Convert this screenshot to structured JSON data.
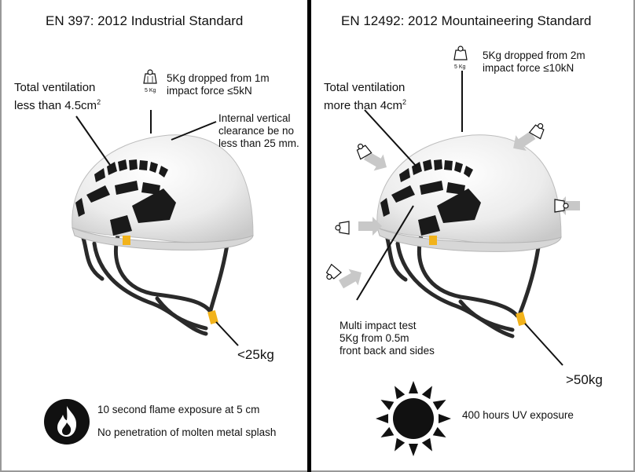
{
  "left": {
    "title": "EN 397: 2012   Industrial Standard",
    "ventilation_line1": "Total ventilation",
    "ventilation_line2": "less than 4.5cm",
    "ventilation_sup": "2",
    "drop_line1": "5Kg dropped from 1m",
    "drop_line2": "impact force ≤5kN",
    "weight_icon_label": "5 Kg",
    "clearance_line1": "Internal vertical",
    "clearance_line2": "clearance be no",
    "clearance_line3": "less than 25 mm.",
    "chinstrap_force": "<25kg",
    "flame_line1": "10 second flame exposure at 5 cm",
    "flame_line2": "No penetration of molten metal splash",
    "flame_icon": "flame-icon"
  },
  "right": {
    "title": "EN 12492: 2012  Mountaineering Standard",
    "drop_line1": "5Kg dropped from 2m",
    "drop_line2": "impact force ≤10kN",
    "weight_icon_label": "5 Kg",
    "ventilation_line1": "Total ventilation",
    "ventilation_line2": "more than 4cm",
    "ventilation_sup": "2",
    "multi_line1": "Multi impact test",
    "multi_line2": "5Kg from 0.5m",
    "multi_line3": "front back and sides",
    "chinstrap_force": ">50kg",
    "uv_text": "400 hours UV exposure",
    "uv_icon": "sun-icon"
  },
  "colors": {
    "divider": "#000000",
    "helmet_shell": "#eeeeee",
    "helmet_vent": "#1a1a1a",
    "buckle": "#f2b31b",
    "arrow": "#c8c8c8"
  }
}
